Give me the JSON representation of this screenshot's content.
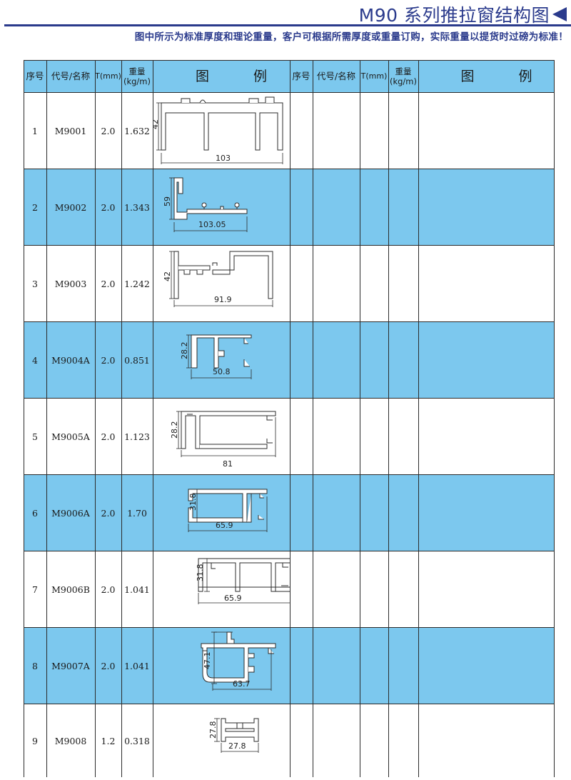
{
  "header": {
    "title": "M90 系列推拉窗结构图",
    "subtitle": "图中所示为标准厚度和理论重量，客户可根据所需厚度或重量订购，实际重量以提货时过磅为标准！"
  },
  "table": {
    "columns": {
      "seq": "序号",
      "code": "代号/名称",
      "t": "T(mm)",
      "weight_top": "重量",
      "weight_unit": "(kg/m)",
      "figure": "图 例"
    },
    "rows": [
      {
        "seq": "1",
        "code": "M9001",
        "t": "2.0",
        "weight": "1.632",
        "dim_h": "42",
        "dim_w": "103"
      },
      {
        "seq": "2",
        "code": "M9002",
        "t": "2.0",
        "weight": "1.343",
        "dim_h": "59",
        "dim_w": "103.05"
      },
      {
        "seq": "3",
        "code": "M9003",
        "t": "2.0",
        "weight": "1.242",
        "dim_h": "42",
        "dim_w": "91.9"
      },
      {
        "seq": "4",
        "code": "M9004A",
        "t": "2.0",
        "weight": "0.851",
        "dim_h": "28.2",
        "dim_w": "50.8"
      },
      {
        "seq": "5",
        "code": "M9005A",
        "t": "2.0",
        "weight": "1.123",
        "dim_h": "28.2",
        "dim_w": "81"
      },
      {
        "seq": "6",
        "code": "M9006A",
        "t": "2.0",
        "weight": "1.70",
        "dim_h": "31.8",
        "dim_w": "65.9"
      },
      {
        "seq": "7",
        "code": "M9006B",
        "t": "2.0",
        "weight": "1.041",
        "dim_h": "31.8",
        "dim_w": "65.9"
      },
      {
        "seq": "8",
        "code": "M9007A",
        "t": "2.0",
        "weight": "1.041",
        "dim_h": "47.1",
        "dim_w": "63.7"
      },
      {
        "seq": "9",
        "code": "M9008",
        "t": "1.2",
        "weight": "0.318",
        "dim_h": "27.8",
        "dim_w": "27.8"
      }
    ]
  },
  "colors": {
    "band": "#7cc8ee",
    "title": "#2a3a8c",
    "profile_fill": "#ffffff",
    "line": "#2b2b2b"
  }
}
